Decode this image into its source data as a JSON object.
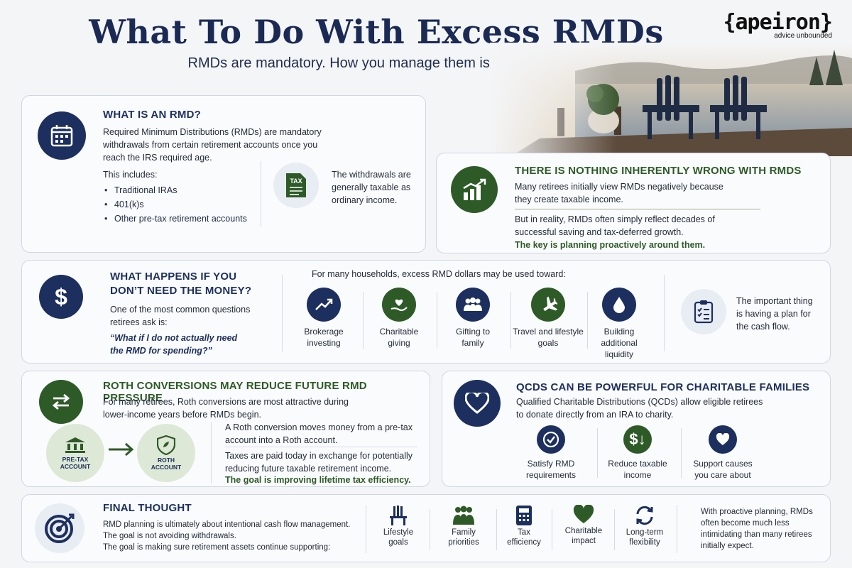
{
  "header": {
    "title": "What To Do With Excess RMDs",
    "subtitle": "RMDs are mandatory. How you manage them is a choice."
  },
  "logo": {
    "main": "{apeiron}",
    "tagline": "advice unbounded"
  },
  "what_is": {
    "title": "WHAT IS AN RMD?",
    "body": "Required Minimum Distributions (RMDs) are mandatory withdrawals from certain retirement accounts once you reach the IRS required age.",
    "includes_label": "This includes:",
    "items": [
      "Traditional IRAs",
      "401(k)s",
      "Other pre-tax retirement accounts"
    ],
    "tax_label": "TAX",
    "tax_note": "The withdrawals are generally taxable as ordinary income."
  },
  "nothing_wrong": {
    "title": "THERE IS NOTHING INHERENTLY WRONG WITH RMDS",
    "p1": "Many retirees initially view RMDs negatively because they create taxable income.",
    "p2": "But in reality, RMDs often simply reflect decades of successful saving and tax-deferred growth.",
    "key": "The key is planning proactively around them."
  },
  "dont_need": {
    "title_line1": "WHAT HAPPENS IF YOU",
    "title_line2": "DON’T NEED THE MONEY?",
    "body": "One of the most common questions retirees ask is:",
    "quote": "“What if I do not actually need the RMD for spending?”",
    "uses_label": "For many households, excess RMD dollars may be used toward:",
    "uses": [
      "Brokerage investing",
      "Charitable giving",
      "Gifting to family",
      "Travel and lifestyle goals",
      "Building additional liquidity"
    ],
    "plan_note": "The important thing is having a plan for the cash flow."
  },
  "roth": {
    "title": "ROTH CONVERSIONS MAY REDUCE FUTURE RMD PRESSURE",
    "body": "For many retirees, Roth conversions are most attractive during lower-income years before RMDs begin.",
    "pretax_label": "PRE-TAX ACCOUNT",
    "roth_label": "ROTH ACCOUNT",
    "p1": "A Roth conversion moves money from a pre-tax account into a Roth account.",
    "p2": "Taxes are paid today in exchange for potentially reducing future taxable retirement income.",
    "goal": "The goal is improving lifetime tax efficiency."
  },
  "qcd": {
    "title": "QCDS CAN BE POWERFUL FOR CHARITABLE FAMILIES",
    "body": "Qualified Charitable Distributions (QCDs) allow eligible retirees to donate directly from an IRA to charity.",
    "benefits": [
      "Satisfy RMD requirements",
      "Reduce taxable income",
      "Support causes you care about"
    ]
  },
  "final": {
    "title": "FINAL THOUGHT",
    "l1": "RMD planning is ultimately about intentional cash flow management.",
    "l2": "The goal is not avoiding withdrawals.",
    "l3": "The goal is making sure retirement assets continue supporting:",
    "supports": [
      "Lifestyle goals",
      "Family priorities",
      "Tax efficiency",
      "Charitable impact",
      "Long-term flexibility"
    ],
    "closing": "With proactive planning, RMDs often become much less intimidating than many retirees initially expect."
  },
  "colors": {
    "navy": "#1c2f5e",
    "green": "#2e5a28",
    "text": "#1f2937"
  }
}
